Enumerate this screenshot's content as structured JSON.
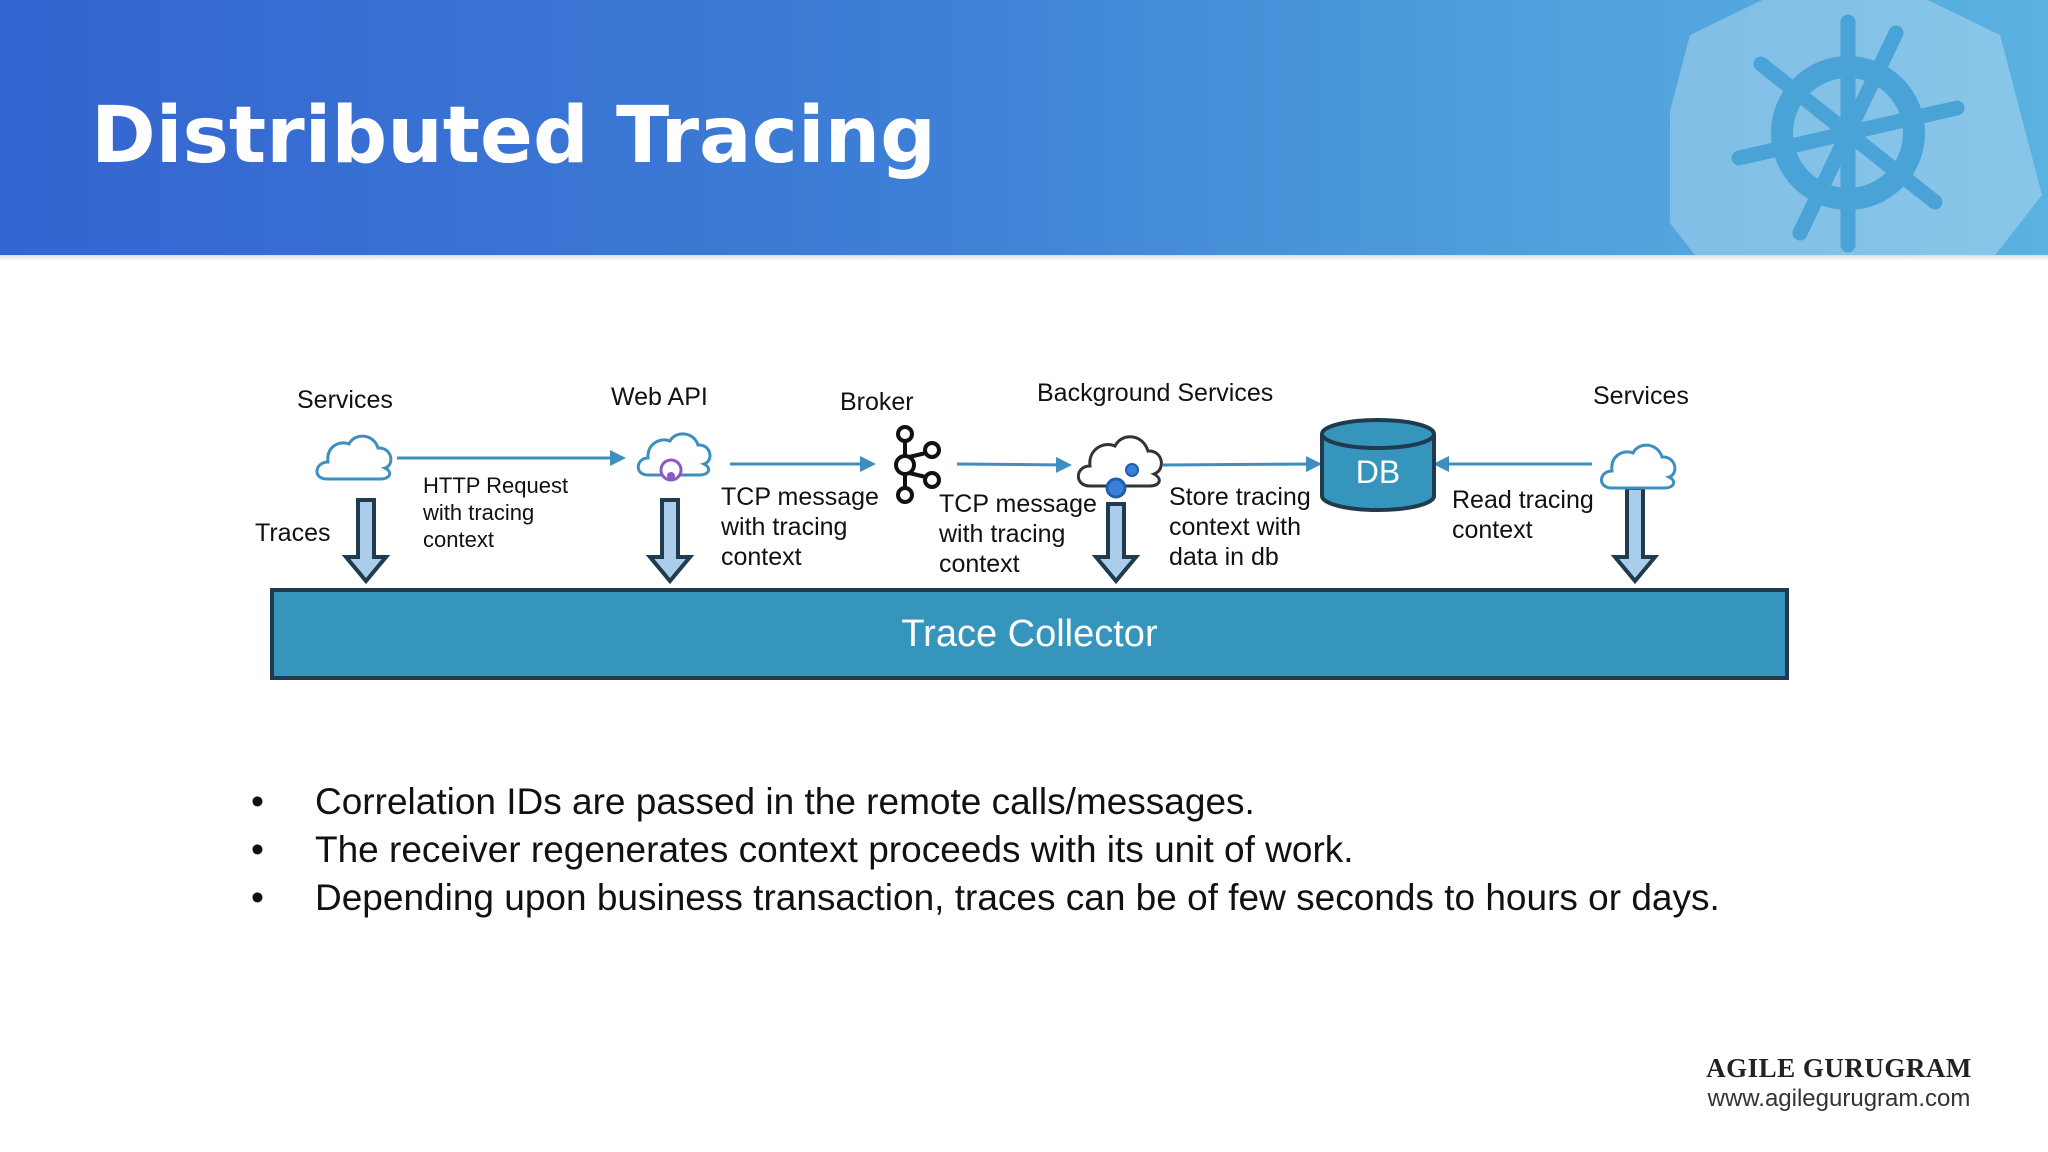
{
  "slide": {
    "title": "Distributed Tracing"
  },
  "diagram": {
    "nodes": {
      "services_left": "Services",
      "web_api": "Web API",
      "broker": "Broker",
      "background_services": "Background Services",
      "db": "DB",
      "services_right": "Services"
    },
    "edges": {
      "traces": "Traces",
      "http_request": [
        "HTTP Request",
        "with tracing",
        "context"
      ],
      "tcp_message_1": [
        "TCP message",
        "with tracing",
        "context"
      ],
      "tcp_message_2": [
        "TCP message",
        "with tracing",
        "context"
      ],
      "store_tracing": [
        "Store tracing",
        "context with",
        "data in db"
      ],
      "read_tracing": [
        "Read tracing",
        "context"
      ]
    },
    "collector": "Trace Collector"
  },
  "bullets": [
    "Correlation IDs are passed in the remote calls/messages.",
    "The receiver regenerates context proceeds with its unit of work.",
    "Depending upon business transaction, traces can be of few seconds to hours or days."
  ],
  "bullet_symbol": "•",
  "logo": {
    "name": "AGILE GURUGRAM",
    "url": "www.agilegurugram.com"
  },
  "colors": {
    "header_start": "#3464d0",
    "header_end": "#5ab2e0",
    "collector": "#3595bd",
    "arrow": "#3d8fbf",
    "db": "#3595bd"
  }
}
